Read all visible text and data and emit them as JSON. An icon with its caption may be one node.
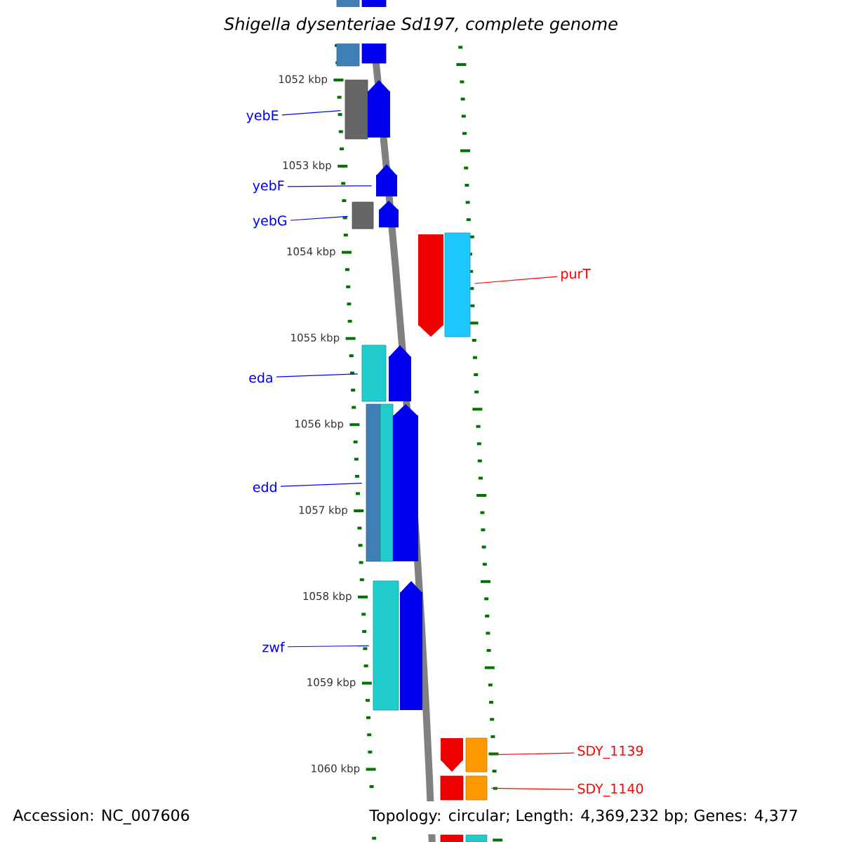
{
  "diagram": {
    "title": "Shigella dysenteriae Sd197, complete genome",
    "nodes": [
      {
        "text": [],
        "shape": "bar"
      },
      {
        "text": [],
        "shape": "bar"
      },
      {
        "text": [
          "yebE"
        ]
      },
      {
        "text": [],
        "shape": "bar"
      },
      {
        "text": [],
        "shape": "pentagon"
      },
      {
        "text": [
          "yebF"
        ]
      },
      {
        "text": [],
        "shape": "pentagon"
      },
      {
        "text": [
          "yebG"
        ]
      },
      {
        "text": [],
        "shape": "bar"
      },
      {
        "text": [],
        "shape": "pentagon"
      },
      {
        "text": [],
        "shape": "pentagon"
      },
      {
        "text": [],
        "shape": "bar"
      },
      {
        "text": [
          "purT"
        ]
      },
      {
        "text": [
          "eda"
        ]
      },
      {
        "text": [],
        "shape": "bar"
      },
      {
        "text": [],
        "shape": "pentagon"
      },
      {
        "text": [
          "edd"
        ]
      },
      {
        "text": [],
        "shape": "bar"
      },
      {
        "text": [],
        "shape": "bar"
      },
      {
        "text": [],
        "shape": "pentagon"
      },
      {
        "text": [
          "zwf"
        ]
      },
      {
        "text": [],
        "shape": "bar"
      },
      {
        "text": [],
        "shape": "pentagon"
      },
      {
        "text": [
          "SDY_1139"
        ]
      },
      {
        "text": [],
        "shape": "pentagon"
      },
      {
        "text": [],
        "shape": "bar"
      },
      {
        "text": [
          "SDY_1140"
        ]
      },
      {
        "text": [],
        "shape": "bar"
      },
      {
        "text": [],
        "shape": "bar"
      },
      {
        "text": [],
        "shape": "bar"
      },
      {
        "text": [],
        "shape": "bar"
      }
    ],
    "edges": [
      {
        "from": 2,
        "to": 3,
        "arrow": "none"
      },
      {
        "from": 5,
        "to": 6,
        "arrow": "none"
      },
      {
        "from": 7,
        "to": 8,
        "arrow": "none"
      },
      {
        "from": 12,
        "to": 11,
        "arrow": "none",
        "color": "#ff0000"
      },
      {
        "from": 13,
        "to": 14,
        "arrow": "none"
      },
      {
        "from": 16,
        "to": 17,
        "arrow": "none"
      },
      {
        "from": 20,
        "to": 21,
        "arrow": "none"
      },
      {
        "from": 23,
        "to": 25,
        "arrow": "none",
        "color": "#ff0000"
      },
      {
        "from": 26,
        "to": 28,
        "arrow": "none",
        "color": "#ff0000"
      }
    ],
    "labels": [
      "1052 kbp",
      "1053 kbp",
      "1054 kbp",
      "1055 kbp",
      "1056 kbp",
      "1057 kbp",
      "1058 kbp",
      "1059 kbp",
      "1060 kbp",
      "Accession: NC_007606",
      "Topology: circular; Length: 4,369,232 bp; Genes: 4,377"
    ]
  }
}
